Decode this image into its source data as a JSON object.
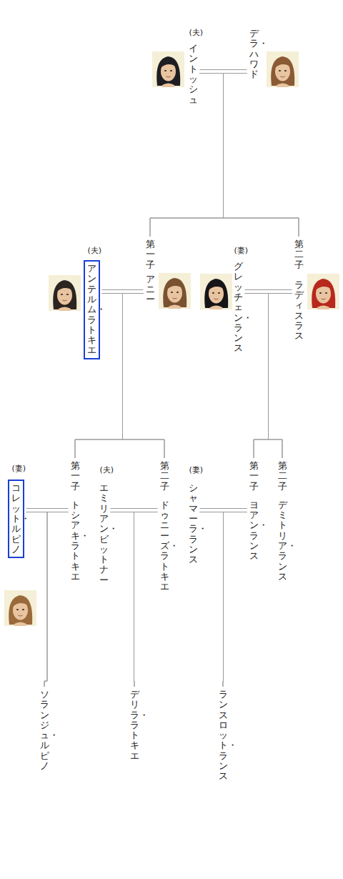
{
  "diagram": {
    "nodes": [
      {
        "text": [
          "(夫)",
          "イントッシュ"
        ]
      },
      {
        "text": [
          "デラ・ハワド"
        ]
      },
      {
        "text": [
          "(夫)",
          "アンテルム・ラトキエ"
        ]
      },
      {
        "text": [
          "第一子",
          "アニー"
        ]
      },
      {
        "text": [
          "(妻)",
          "グレッチェン・ランス"
        ]
      },
      {
        "text": [
          "第二子",
          "ラディスラス"
        ]
      },
      {
        "text": [
          "(妻)",
          "コレット・ルピノ"
        ]
      },
      {
        "text": [
          "第一子",
          "トシアキ・ラトキエ"
        ]
      },
      {
        "text": [
          "(夫)",
          "エミリアン・ビットナー"
        ]
      },
      {
        "text": [
          "第二子",
          "ドゥニーズ・ラトキエ"
        ]
      },
      {
        "text": [
          "(妻)",
          "シャマーラ・ランス"
        ]
      },
      {
        "text": [
          "第一子",
          "ヨアン・ランス"
        ]
      },
      {
        "text": [
          "第二子",
          "デミトリア・ランス"
        ]
      },
      {
        "text": [
          "ソランジュ・ルピノ"
        ]
      },
      {
        "text": [
          "デリラ・ラトキエ"
        ]
      },
      {
        "text": [
          "ランスロット・ランス"
        ]
      }
    ],
    "edges": [
      {
        "from": 0,
        "to": 1,
        "arrow": "none"
      },
      {
        "from": 0,
        "to": 3,
        "arrow": "none"
      },
      {
        "from": 0,
        "to": 5,
        "arrow": "none"
      },
      {
        "from": 1,
        "to": 3,
        "arrow": "none"
      },
      {
        "from": 1,
        "to": 5,
        "arrow": "none"
      },
      {
        "from": 2,
        "to": 3,
        "arrow": "none"
      },
      {
        "from": 2,
        "to": 7,
        "arrow": "none"
      },
      {
        "from": 2,
        "to": 9,
        "arrow": "none"
      },
      {
        "from": 3,
        "to": 7,
        "arrow": "none"
      },
      {
        "from": 3,
        "to": 9,
        "arrow": "none"
      },
      {
        "from": 4,
        "to": 5,
        "arrow": "none"
      },
      {
        "from": 4,
        "to": 11,
        "arrow": "none"
      },
      {
        "from": 4,
        "to": 12,
        "arrow": "none"
      },
      {
        "from": 5,
        "to": 11,
        "arrow": "none"
      },
      {
        "from": 5,
        "to": 12,
        "arrow": "none"
      },
      {
        "from": 6,
        "to": 7,
        "arrow": "none"
      },
      {
        "from": 6,
        "to": 13,
        "arrow": "none"
      },
      {
        "from": 7,
        "to": 13,
        "arrow": "none"
      },
      {
        "from": 8,
        "to": 9,
        "arrow": "none"
      },
      {
        "from": 8,
        "to": 14,
        "arrow": "none"
      },
      {
        "from": 9,
        "to": 14,
        "arrow": "none"
      },
      {
        "from": 10,
        "to": 11,
        "arrow": "none"
      },
      {
        "from": 10,
        "to": 15,
        "arrow": "none"
      },
      {
        "from": 11,
        "to": 15,
        "arrow": "none"
      }
    ]
  }
}
